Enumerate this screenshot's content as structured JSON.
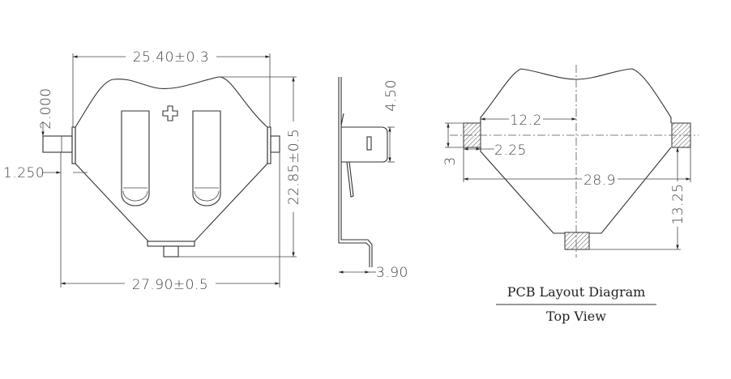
{
  "front_view": {
    "width_top": "25.40±0.3",
    "width_bottom": "27.90±0.5",
    "height": "22.85±0.5",
    "pin_height": "2.000",
    "pin_offset": "1.250"
  },
  "side_view": {
    "holder_height": "4.50",
    "foot_depth": "3.90"
  },
  "pcb_layout": {
    "pad_spacing_half": "12.2",
    "pad_width": "2.25",
    "pad_height": "3",
    "pad_span": "28.9",
    "bottom_pad_offset": "13.25",
    "title": "PCB Layout Diagram",
    "subtitle": "Top View"
  }
}
